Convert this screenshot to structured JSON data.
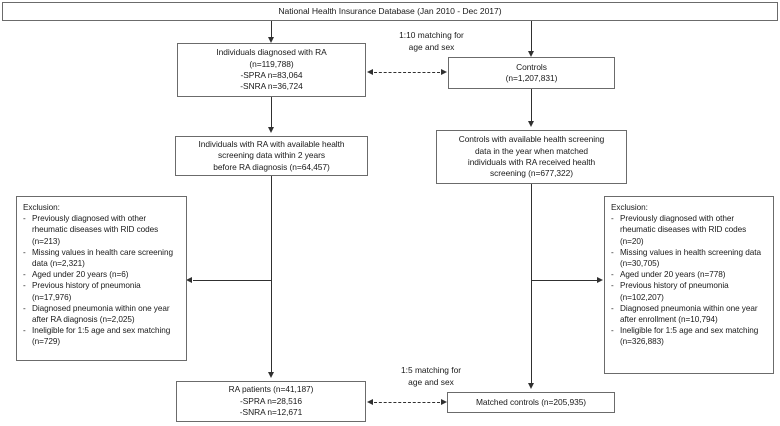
{
  "figure": {
    "type": "flowchart",
    "title_box": "National Health Insurance Database (Jan 2010 - Dec 2017)"
  },
  "nodes": {
    "ra_cohort": {
      "lines": [
        "Individuals diagnosed with RA",
        "(n=119,788)",
        "-SPRA n=83,064",
        "-SNRA n=36,724"
      ]
    },
    "controls": {
      "lines": [
        "Controls",
        "(n=1,207,831)"
      ]
    },
    "ra_screened": {
      "lines": [
        "Individuals with RA with available health",
        "screening data within 2 years",
        "before RA diagnosis (n=64,457)"
      ]
    },
    "controls_screened": {
      "lines": [
        "Controls with available health screening",
        "data in the year when matched",
        "individuals with RA received health",
        "screening (n=677,322)"
      ]
    },
    "ra_final": {
      "lines": [
        "RA patients (n=41,187)",
        "-SPRA n=28,516",
        "-SNRA n=12,671"
      ]
    },
    "matched_controls": {
      "lines": [
        "Matched controls (n=205,935)"
      ]
    }
  },
  "exclusions": {
    "left": {
      "title": "Exclusion:",
      "items": [
        "Previously diagnosed with other rheumatic diseases with RID codes  (n=213)",
        "Missing values in health care screening data  (n=2,321)",
        "Aged under 20 years (n=6)",
        "Previous history of pneumonia (n=17,976)",
        "Diagnosed pneumonia within one year after RA diagnosis (n=2,025)",
        "Ineligible for 1:5 age and sex matching (n=729)"
      ],
      "bullet": "-"
    },
    "right": {
      "title": "Exclusion:",
      "items": [
        "Previously diagnosed with other rheumatic diseases with RID codes (n=20)",
        "Missing values in health screening data (n=30,705)",
        "Aged under 20 years (n=778)",
        "Previous history of pneumonia (n=102,207)",
        "Diagnosed pneumonia within one year after enrollment (n=10,794)",
        "Ineligible for 1:5 age and sex matching (n=326,883)"
      ],
      "bullet": "-"
    }
  },
  "edge_labels": {
    "match_top_line1": "1:10 matching for",
    "match_top_line2": "age and sex",
    "match_bottom_line1": "1:5 matching for",
    "match_bottom_line2": "age and sex"
  },
  "colors": {
    "box_border": "#6b6b6b",
    "line": "#303030",
    "text": "#1a1a1a",
    "background": "#ffffff"
  }
}
